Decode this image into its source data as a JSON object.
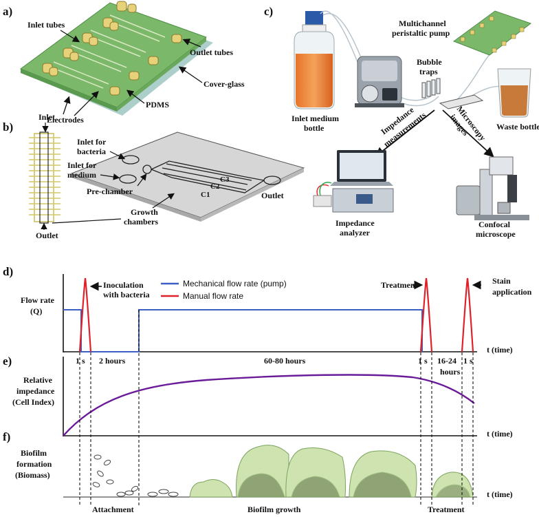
{
  "panels": {
    "a": "a)",
    "b": "b)",
    "c": "c)",
    "d": "d)",
    "e": "e)",
    "f": "f)"
  },
  "panel_a": {
    "inlet_tubes": "Inlet tubes",
    "outlet_tubes": "Outlet tubes",
    "cover_glass": "Cover-glass",
    "pdms": "PDMS",
    "electrodes": "Electrodes"
  },
  "panel_b": {
    "inlet": "Inlet",
    "outlet": "Outlet",
    "inlet_bacteria_1": "Inlet for",
    "inlet_bacteria_2": "bacteria",
    "inlet_medium_1": "Inlet for",
    "inlet_medium_2": "medium",
    "pre_chamber": "Pre-chamber",
    "growth_1": "Growth",
    "growth_2": "chambers",
    "outlet_chip": "Outlet",
    "c1": "C1",
    "c2": "C2",
    "c3": "C3"
  },
  "panel_c": {
    "pump_1": "Multichannel",
    "pump_2": "peristaltic pump",
    "bubble_1": "Bubble",
    "bubble_2": "traps",
    "inlet_bottle_1": "Inlet medium",
    "inlet_bottle_2": "bottle",
    "waste_bottle": "Waste bottle",
    "impedance_meas_1": "Impedance",
    "impedance_meas_2": "measurements",
    "microscopy_1": "Microscopy",
    "microscopy_2": "images",
    "analyzer_1": "Impedance",
    "analyzer_2": "analyzer",
    "confocal_1": "Confocal",
    "confocal_2": "microscope"
  },
  "panel_d": {
    "ylabel_1": "Flow rate",
    "ylabel_2": "(Q)",
    "xlabel": "t (time)",
    "inoculation_1": "Inoculation",
    "inoculation_2": "with bacteria",
    "treatment": "Treatment",
    "stain_1": "Stain",
    "stain_2": "application",
    "legend_mech": "Mechanical flow rate (pump)",
    "legend_manual": "Manual flow rate",
    "t1s_a": "1 s",
    "t2h": "2 hours",
    "t6080": "60-80 hours",
    "t1s_b": "1 s",
    "t1624_1": "16-24",
    "t1624_2": "hours",
    "t1s_c": "1 s"
  },
  "panel_e": {
    "ylabel_1": "Relative",
    "ylabel_2": "impedance",
    "ylabel_3": "(Cell Index)",
    "xlabel": "t (time)"
  },
  "panel_f": {
    "ylabel_1": "Biofilm",
    "ylabel_2": "formation",
    "ylabel_3": "(Biomass)",
    "xlabel": "t (time)",
    "attachment": "Attachment",
    "growth": "Biofilm growth",
    "treatment": "Treatment"
  },
  "colors": {
    "pump": "#3b5fc4",
    "manual": "#e0202a",
    "impedance": "#6a1b9a",
    "biofilm": "#cfe3b0"
  }
}
